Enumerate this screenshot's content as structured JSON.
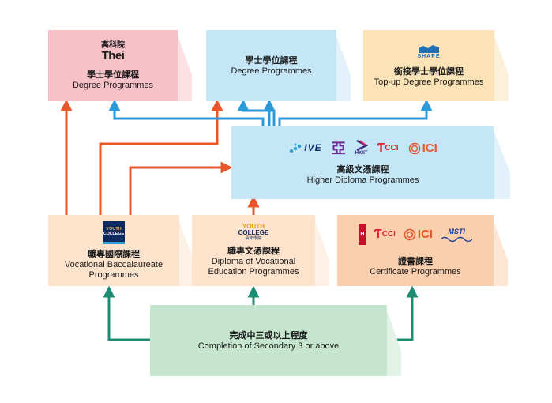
{
  "colors": {
    "pink": "#f8c1c8",
    "blue": "#c4e6f6",
    "cream": "#fbe3b7",
    "peach": "#fde3cc",
    "orange_box": "#fbcfad",
    "green": "#c6e5cf",
    "arrow_orange": "#e8572a",
    "arrow_blue": "#2c9ad6",
    "arrow_green": "#1e8c73"
  },
  "thei": {
    "logo_zh": "高科院",
    "logo_en": "Thei",
    "zh": "學士學位課程",
    "en": "Degree Programmes"
  },
  "degree": {
    "zh": "學士學位課程",
    "en": "Degree Programmes"
  },
  "shape": {
    "logo": "SHAPE",
    "zh": "銜接學士學位課程",
    "en": "Top-up Degree Programmes"
  },
  "hd": {
    "logos": [
      "IVE",
      "HKDI",
      "HKIIT",
      "CCI",
      "ICI"
    ],
    "zh": "高級文憑課程",
    "en": "Higher Diploma Programmes"
  },
  "vb": {
    "logo_line1": "YOUTH",
    "logo_line2": "COLLEGE",
    "zh": "職專國際課程",
    "en": "Vocational Baccalaureate\nProgrammes"
  },
  "dve": {
    "logo_line1": "YOUTH",
    "logo_line2": "COLLEGE",
    "logo_sub": "青年學院",
    "zh": "職專文憑課程",
    "en": "Diploma of Vocational\nEducation Programmes"
  },
  "cert": {
    "logos": [
      "CCI",
      "ICI",
      "MSTI"
    ],
    "zh": "證書課程",
    "en": "Certificate Programmes"
  },
  "s3": {
    "zh": "完成中三或以上程度",
    "en": "Completion of Secondary 3 or above"
  }
}
